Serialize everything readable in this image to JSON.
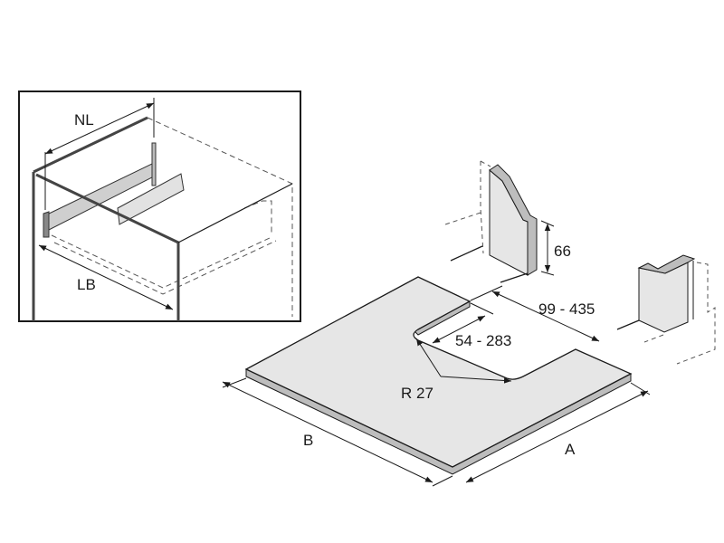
{
  "inset": {
    "labels": {
      "nl": "NL",
      "lb": "LB"
    }
  },
  "main": {
    "labels": {
      "height": "66",
      "spacing_range": "99 - 435",
      "notch_range": "54 - 283",
      "radius": "R 27",
      "width_b": "B",
      "depth_a": "A"
    }
  },
  "colors": {
    "fill": "#e6e6e6",
    "edge": "#bdbdbd",
    "line": "#1a1a1a"
  }
}
